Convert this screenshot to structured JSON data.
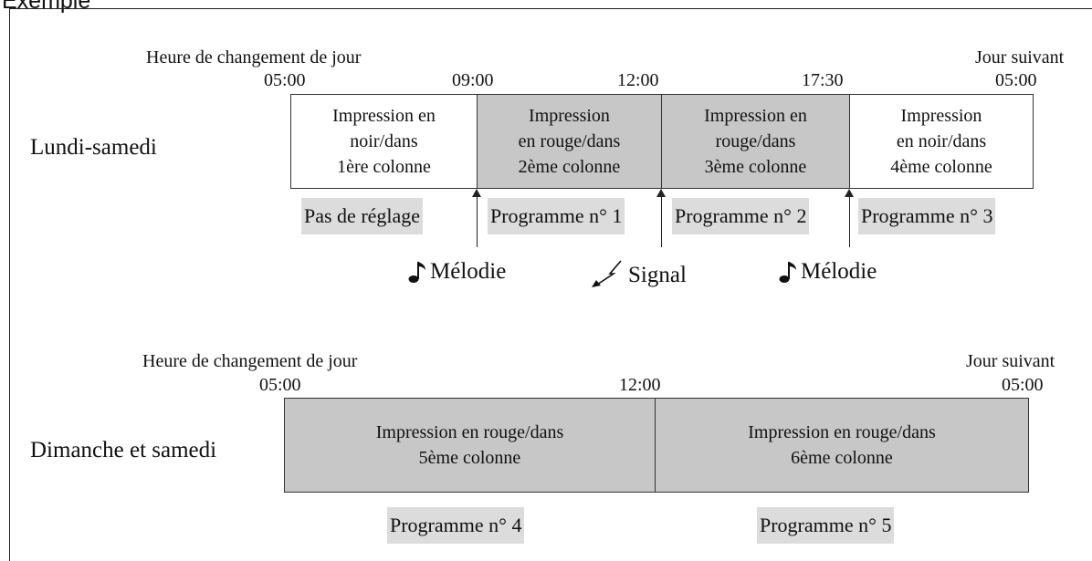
{
  "title": "Exemple",
  "schedule1": {
    "day_change_label": "Heure de changement de jour",
    "next_day_label": "Jour suivant",
    "day_label": "Lundi-samedi",
    "times": [
      "05:00",
      "09:00",
      "12:00",
      "17:30",
      "05:00"
    ],
    "blocks": [
      {
        "line1": "Impression en",
        "line2": "noir/dans",
        "line3": "1ère colonne",
        "shade": "white"
      },
      {
        "line1": "Impression",
        "line2": "en rouge/dans",
        "line3": "2ème colonne",
        "shade": "gray"
      },
      {
        "line1": "Impression en",
        "line2": "rouge/dans",
        "line3": "3ème colonne",
        "shade": "gray"
      },
      {
        "line1": "Impression",
        "line2": "en noir/dans",
        "line3": "4ème colonne",
        "shade": "white"
      }
    ],
    "programs": [
      "Pas de réglage",
      "Programme n° 1",
      "Programme n° 2",
      "Programme n° 3"
    ],
    "events": [
      {
        "icon": "music-note-icon",
        "label": "Mélodie"
      },
      {
        "icon": "signal-icon",
        "label": "Signal"
      },
      {
        "icon": "music-note-icon",
        "label": "Mélodie"
      }
    ]
  },
  "schedule2": {
    "day_change_label": "Heure de changement de jour",
    "next_day_label": "Jour suivant",
    "day_label": "Dimanche et samedi",
    "times": [
      "05:00",
      "12:00",
      "05:00"
    ],
    "blocks": [
      {
        "line1": "Impression en rouge/dans",
        "line2": "5ème colonne",
        "shade": "gray"
      },
      {
        "line1": "Impression en rouge/dans",
        "line2": "6ème colonne",
        "shade": "gray"
      }
    ],
    "programs": [
      "Programme n° 4",
      "Programme n° 5"
    ]
  },
  "colors": {
    "gray_block": "#c7c7c7",
    "gray_label": "#dcdcdc",
    "line": "#333333"
  }
}
